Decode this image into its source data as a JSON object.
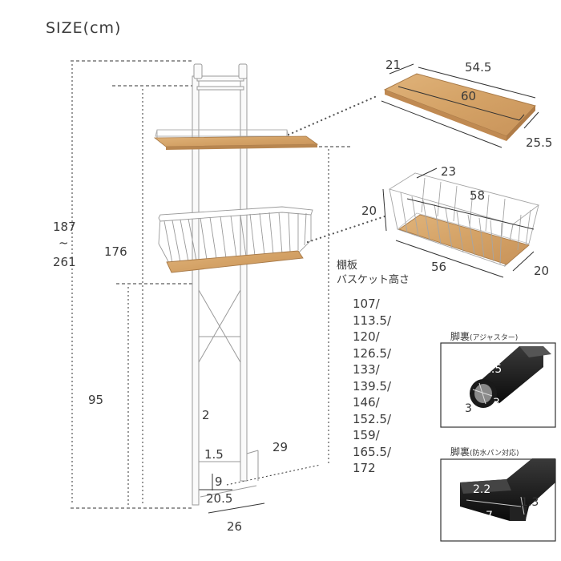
{
  "title": "SIZE(cm)",
  "overall": {
    "height_range": [
      "187",
      "~",
      "261"
    ],
    "post_height": "176",
    "lower_height": "95",
    "tube_width": "2",
    "foot_width": "20.5",
    "total_depth": "26",
    "foot_depth": "29",
    "foot_height": "1.5",
    "foot_gap": "9"
  },
  "shelf": {
    "depth_left": "21",
    "width_top": "54.5",
    "width_full": "60",
    "depth_right": "25.5"
  },
  "basket": {
    "depth_top": "23",
    "width_inner": "58",
    "height": "20",
    "width_bottom": "56",
    "depth_bottom": "20"
  },
  "basket_height_note": {
    "line1": "棚板",
    "line2": "バスケット高さ"
  },
  "basket_heights": [
    "107/",
    "113.5/",
    "120/",
    "126.5/",
    "133/",
    "139.5/",
    "146/",
    "152.5/",
    "159/",
    "165.5/",
    "172"
  ],
  "inset_adjuster": {
    "title_main": "脚裏",
    "title_sub": "(アジャスター)",
    "d1": "1.5",
    "d2": "3",
    "d3": "3"
  },
  "inset_waterproof": {
    "title_main": "脚裏",
    "title_sub": "(防水パン対応)",
    "d1": "2.2",
    "d2": "7",
    "d3": "1.3"
  }
}
